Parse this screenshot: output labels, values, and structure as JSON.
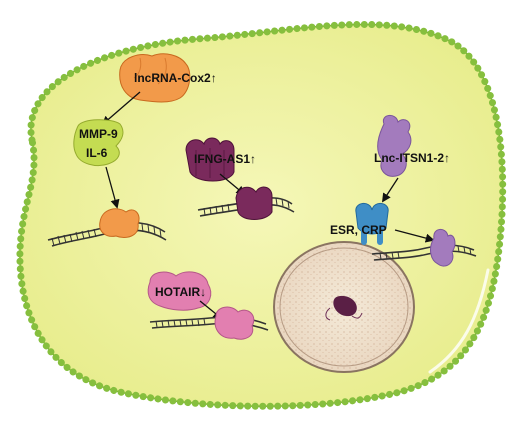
{
  "labels": {
    "lncrna_cox2": "lncRNA-Cox2",
    "mmp9": "MMP-9",
    "il6": "IL-6",
    "ifng_as1": "IFNG-AS1",
    "lnc_itsn1_2": "Lnc-ITSN1-2",
    "esr_crp": "ESR, CRP",
    "hotair": "HOTAIR"
  },
  "arrows": {
    "up": "↑",
    "down": "↓"
  },
  "colors": {
    "cytoplasm": "#f0f3a6",
    "membrane_dot": "#86bf3e",
    "membrane_line": "#5d8f28",
    "orange_protein": "#f29a4a",
    "green_protein": "#c4dc52",
    "purple_protein": "#7a2a5c",
    "lilac_protein": "#a37bbd",
    "blue_protein": "#3f8ec6",
    "pink_protein": "#e27fb0"
  }
}
